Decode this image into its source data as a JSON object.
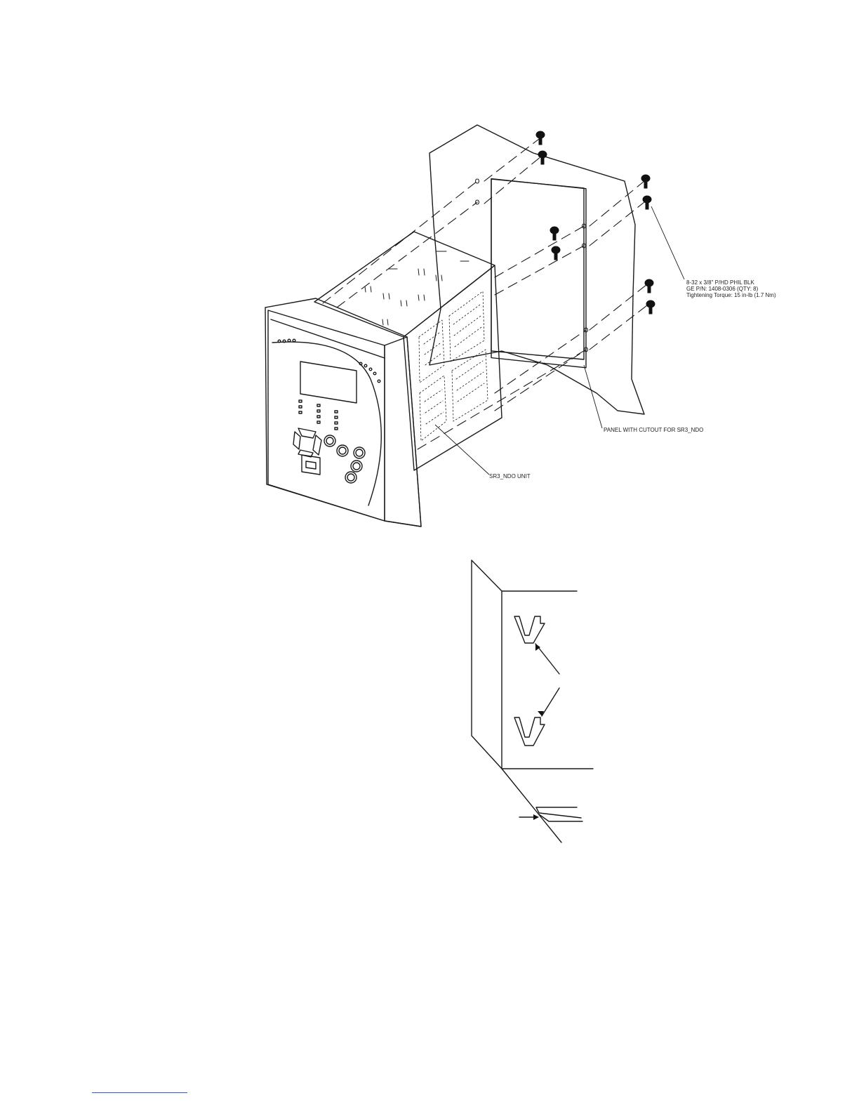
{
  "callouts": {
    "screw_spec_line1": "8-32 x 3/8\" P/HD PHIL BLK",
    "screw_spec_line2": "GE P/N: 1408-0306 (QTY: 8)",
    "screw_spec_line3": "Tightening Torque: 15 in-lb (1.7 Nm)",
    "panel_label": "PANEL WITH CUTOUT FOR SR3_NDO",
    "unit_label": "SR3_NDO UNIT"
  },
  "colors": {
    "line": "#1a1a1a",
    "footer_rule": "#3355cc"
  }
}
